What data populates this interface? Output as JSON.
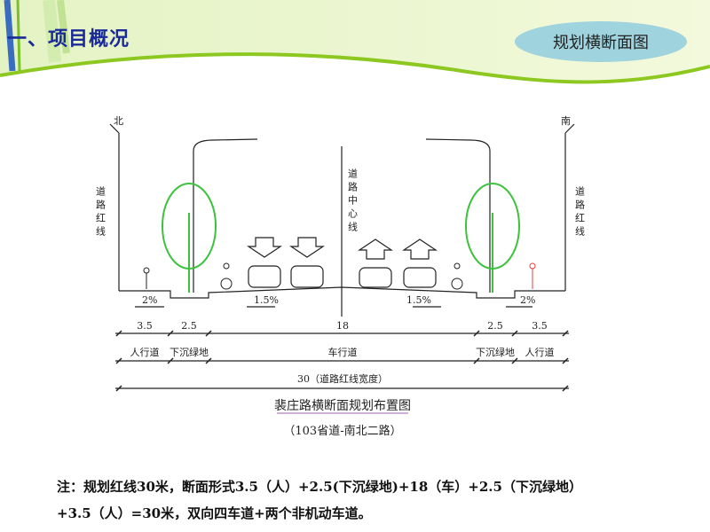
{
  "header": {
    "title": "一、项目概况",
    "badge": "规划横断面图"
  },
  "diagram": {
    "north": "北",
    "south": "南",
    "red_line_left": "道路红线",
    "red_line_right": "道路红线",
    "center_line": "道路中心线",
    "slope_left_sidewalk": "2%",
    "slope_left_road": "1.5%",
    "slope_right_road": "1.5%",
    "slope_right_sidewalk": "2%",
    "dims": [
      "3.5",
      "2.5",
      "18",
      "2.5",
      "3.5"
    ],
    "zones": [
      "人行道",
      "下沉绿地",
      "车行道",
      "下沉绿地",
      "人行道"
    ],
    "total": "30（道路红线宽度）",
    "caption": "裴庄路横断面规划布置图",
    "subcaption": "（103省道-南北二路）"
  },
  "note": {
    "line1": "注：规划红线30米，断面形式3.5（人）+2.5(下沉绿地)+18（车）+2.5（下沉绿地）",
    "line2": "+3.5（人）=30米，双向四车道+两个非机动车道。"
  }
}
